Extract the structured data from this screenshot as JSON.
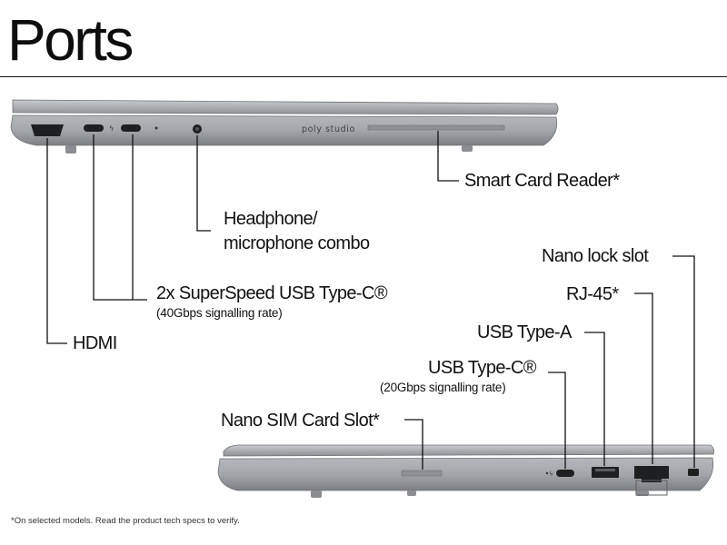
{
  "title": "Ports",
  "brand_mark": "poly studio",
  "left_side_labels": {
    "smart_card": "Smart Card Reader*",
    "headphone_line1": "Headphone/",
    "headphone_line2": "microphone combo",
    "usbc_main": "2x SuperSpeed USB Type-C®",
    "usbc_sub": "(40Gbps signalling rate)",
    "hdmi": "HDMI"
  },
  "right_side_labels": {
    "nano_lock": "Nano lock slot",
    "rj45": "RJ-45*",
    "usb_a": "USB Type-A",
    "usbc_main": "USB Type-C®",
    "usbc_sub": "(20Gbps signalling rate)",
    "nano_sim": "Nano SIM Card Slot*"
  },
  "footnote": "*On selected models. Read the product tech specs to verify.",
  "colors": {
    "chassis": "#9a9da1",
    "chassis_dark": "#6f7276",
    "port_dark": "#1e1f21",
    "line": "#111111"
  }
}
